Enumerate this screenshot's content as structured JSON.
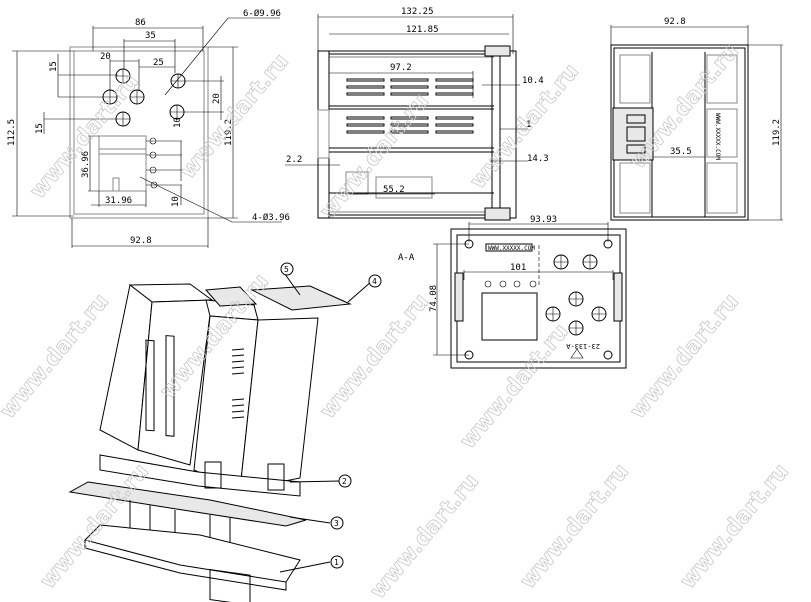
{
  "watermark": "www.dart.ru",
  "front_view": {
    "dims": {
      "width_86": "86",
      "d35": "35",
      "d20": "20",
      "d25": "25",
      "d15a": "15",
      "d15b": "15",
      "d20b": "20",
      "d10a": "10",
      "d10b": "10",
      "window_h": "36.96",
      "window_w": "31.96",
      "height_112": "112.5",
      "height_119": "119.2",
      "width_92": "92.8"
    },
    "hole_note": "6-Ø9.96",
    "mount_note": "4-Ø3.96"
  },
  "side_view": {
    "dims": {
      "overall": "132.25",
      "body": "121.85",
      "slots": "97.2",
      "d10": "10.4",
      "d1": "1",
      "d14": "14.3",
      "d2": "2.2",
      "d55": "55.2"
    }
  },
  "rear_view": {
    "dims": {
      "width": "92.8",
      "height": "119.2",
      "d35": "35.5"
    },
    "label": "WWW.XXXXX.COM"
  },
  "section": {
    "title": "A-A",
    "dims": {
      "width": "93.93",
      "inner": "101",
      "height": "74.08"
    },
    "label": "WWW.XXXXX.COM",
    "part_code": "23-133-A"
  },
  "callouts": [
    "1",
    "2",
    "3",
    "4",
    "5"
  ]
}
